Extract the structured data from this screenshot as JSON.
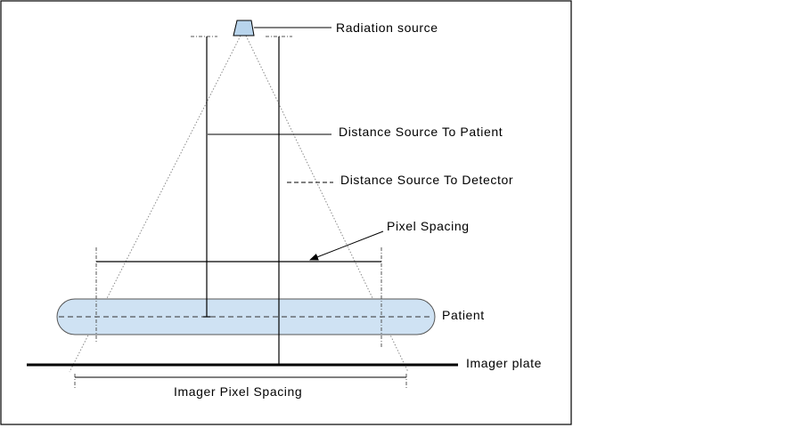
{
  "labels": {
    "radiation_source": "Radiation source",
    "distance_source_to_patient": "Distance Source To Patient",
    "distance_source_to_detector": "Distance Source To Detector",
    "pixel_spacing": "Pixel Spacing",
    "patient": "Patient",
    "imager_plate": "Imager plate",
    "imager_pixel_spacing": "Imager Pixel Spacing"
  },
  "colors": {
    "patient_fill": "#cfe2f3",
    "source_fill": "#b8d4ec",
    "line": "#000000",
    "beam": "#8a8a8a",
    "frame": "#000000"
  }
}
